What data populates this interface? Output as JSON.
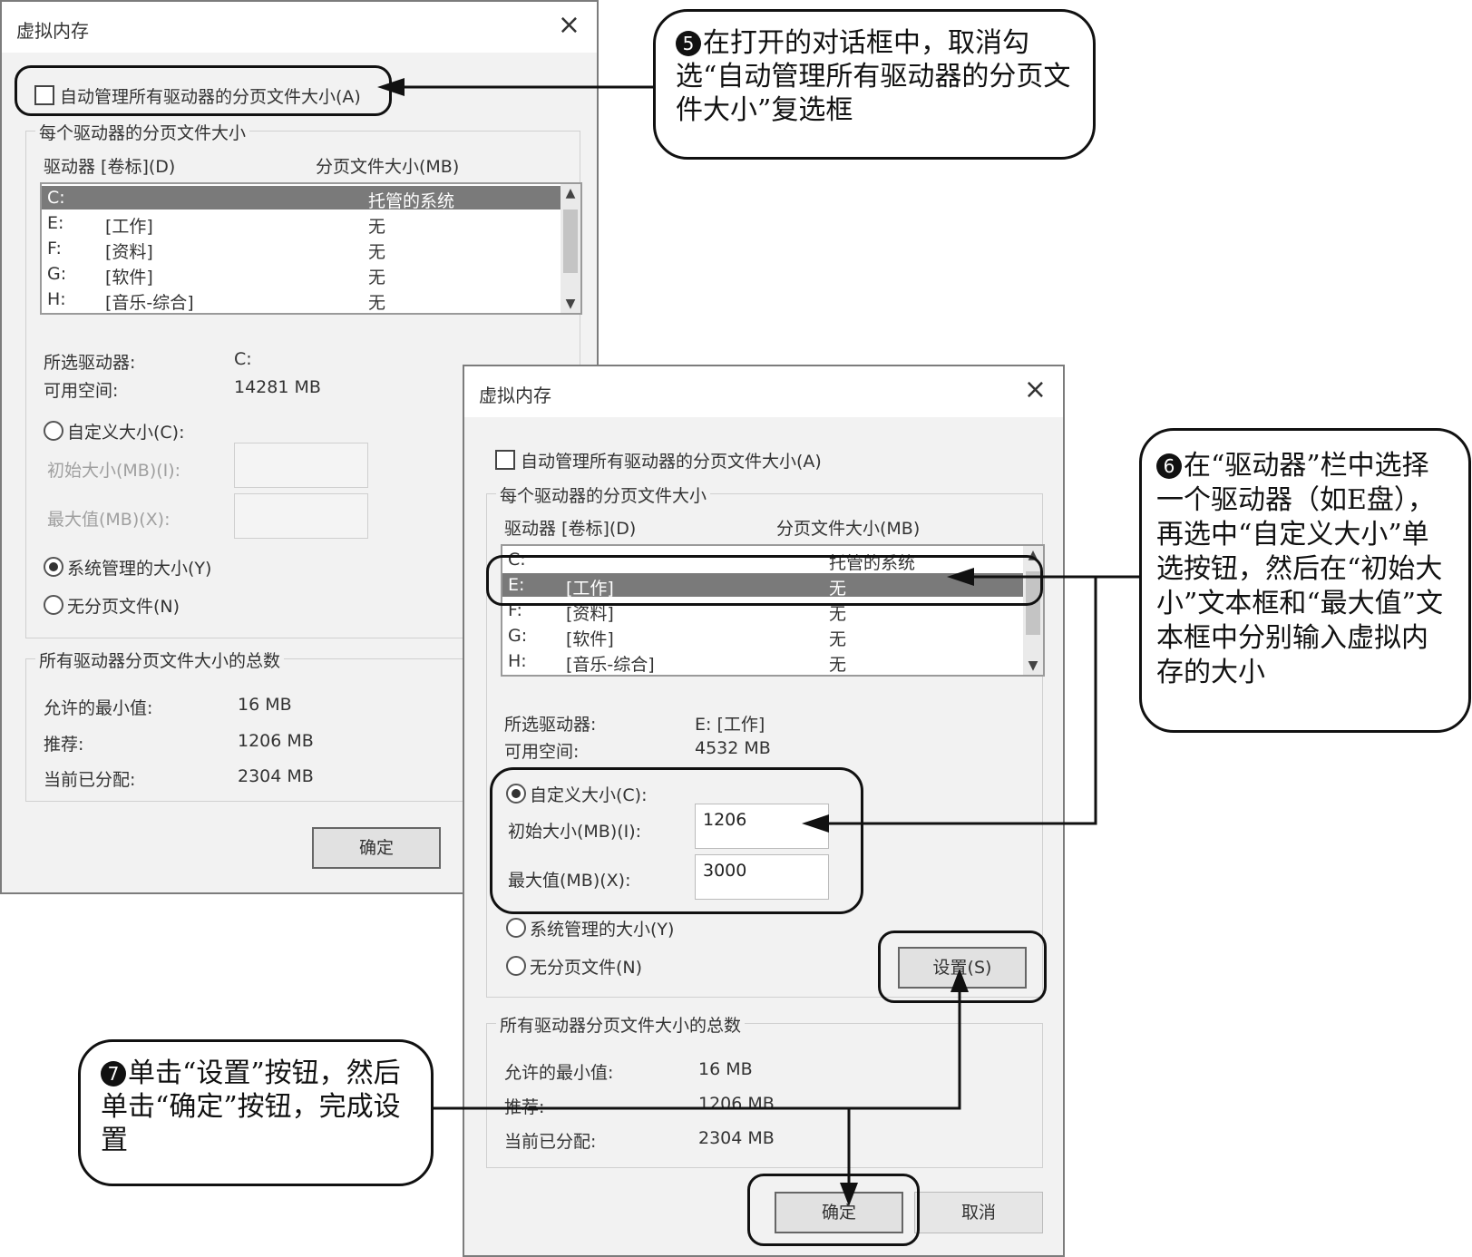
{
  "dialog_back": {
    "title": "虚拟内存",
    "close_icon": "×",
    "auto_manage_label": "自动管理所有驱动器的分页文件大小(A)",
    "group_paging": "每个驱动器的分页文件大小",
    "col_drive": "驱动器 [卷标](D)",
    "col_size": "分页文件大小(MB)",
    "drives": [
      {
        "letter": "C:",
        "label": "",
        "size": "托管的系统"
      },
      {
        "letter": "E:",
        "label": "[工作]",
        "size": "无"
      },
      {
        "letter": "F:",
        "label": "[资料]",
        "size": "无"
      },
      {
        "letter": "G:",
        "label": "[软件]",
        "size": "无"
      },
      {
        "letter": "H:",
        "label": "[音乐-综合]",
        "size": "无"
      }
    ],
    "selected_drive_label": "所选驱动器:",
    "selected_drive_value": "C:",
    "free_space_label": "可用空间:",
    "free_space_value": "14281 MB",
    "custom_size_label": "自定义大小(C):",
    "initial_size_label": "初始大小(MB)(I):",
    "max_size_label": "最大值(MB)(X):",
    "system_managed_label": "系统管理的大小(Y)",
    "no_paging_label": "无分页文件(N)",
    "group_total": "所有驱动器分页文件大小的总数",
    "min_allowed_label": "允许的最小值:",
    "min_allowed_value": "16 MB",
    "recommended_label": "推荐:",
    "recommended_value": "1206 MB",
    "current_label": "当前已分配:",
    "current_value": "2304 MB",
    "ok_label": "确定"
  },
  "dialog_front": {
    "title": "虚拟内存",
    "close_icon": "×",
    "auto_manage_label": "自动管理所有驱动器的分页文件大小(A)",
    "group_paging": "每个驱动器的分页文件大小",
    "col_drive": "驱动器 [卷标](D)",
    "col_size": "分页文件大小(MB)",
    "drives": [
      {
        "letter": "C:",
        "label": "",
        "size": "托管的系统"
      },
      {
        "letter": "E:",
        "label": "[工作]",
        "size": "无"
      },
      {
        "letter": "F:",
        "label": "[资料]",
        "size": "无"
      },
      {
        "letter": "G:",
        "label": "[软件]",
        "size": "无"
      },
      {
        "letter": "H:",
        "label": "[音乐-综合]",
        "size": "无"
      }
    ],
    "selected_drive_label": "所选驱动器:",
    "selected_drive_value": "E:  [工作]",
    "free_space_label": "可用空间:",
    "free_space_value": "4532 MB",
    "custom_size_label": "自定义大小(C):",
    "initial_size_label": "初始大小(MB)(I):",
    "initial_size_value": "1206",
    "max_size_label": "最大值(MB)(X):",
    "max_size_value": "3000",
    "system_managed_label": "系统管理的大小(Y)",
    "no_paging_label": "无分页文件(N)",
    "set_label": "设置(S)",
    "group_total": "所有驱动器分页文件大小的总数",
    "min_allowed_label": "允许的最小值:",
    "min_allowed_value": "16 MB",
    "recommended_label": "推荐:",
    "recommended_value": "1206 MB",
    "current_label": "当前已分配:",
    "current_value": "2304 MB",
    "ok_label": "确定",
    "cancel_label": "取消"
  },
  "callouts": {
    "step5": {
      "num": "5",
      "text": "在打开的对话框中，取消勾选“自动管理所有驱动器的分页文件大小”复选框"
    },
    "step6": {
      "num": "6",
      "text": "在“驱动器”栏中选择一个驱动器（如E盘），再选中“自定义大小”单选按钮，然后在“初始大小”文本框和“最大值”文本框中分别输入虚拟内存的大小"
    },
    "step7": {
      "num": "7",
      "text": "单击“设置”按钮，然后单击“确定”按钮，完成设置"
    }
  }
}
